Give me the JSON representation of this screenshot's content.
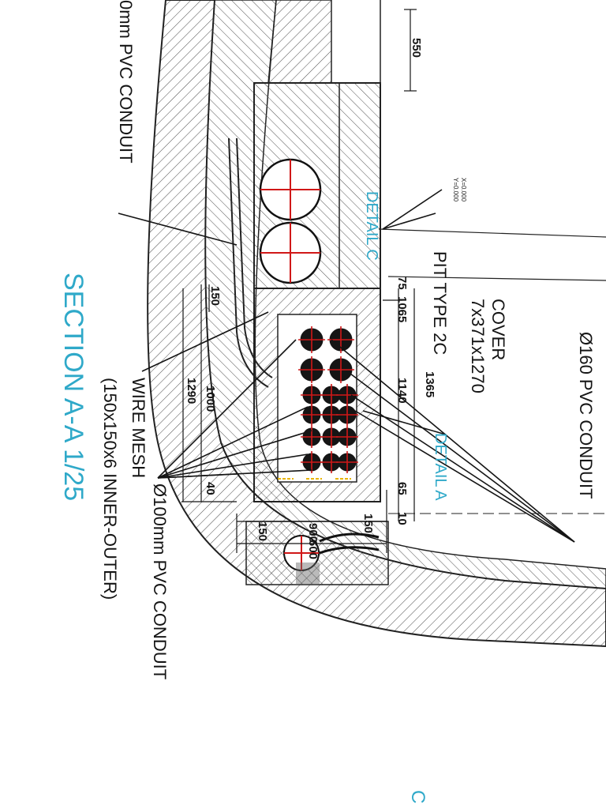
{
  "drawing": {
    "section_title": "SECTION  A-A   1/25",
    "labels": {
      "conduit_top_left": "0mm PVC CONDUIT",
      "conduit_160": "Ø160 PVC  CONDUIT",
      "cover_title": "COVER",
      "cover_size": "7x371x1270",
      "pit_type": "PIT TYPE 2C",
      "detail_c": "DETAIL C",
      "detail_a": "DETAIL A",
      "wire_mesh_title": "WIRE MESH",
      "wire_mesh_spec": "(150x150x6 INNER-OUTER)",
      "conduit_100": "Ø100mm PVC  CONDUIT",
      "coord_x": "X=0.000",
      "coord_y": "Y=0.000",
      "corner_mark": "C"
    },
    "dimensions": {
      "d550": "550",
      "d150_top": "150",
      "d1290": "1290",
      "d1000": "1000",
      "d40": "40",
      "d75": "75",
      "d1065": "1065",
      "d1365": "1365",
      "d1140": "1140",
      "d65": "65",
      "d10": "10",
      "d150_a": "150",
      "d900": "900",
      "d150_b": "150",
      "d600": "600"
    },
    "colors": {
      "line": "#151515",
      "accent_red": "#d01818",
      "accent_cyan": "#2fa9c9",
      "accent_yellow": "#e8b400"
    }
  }
}
